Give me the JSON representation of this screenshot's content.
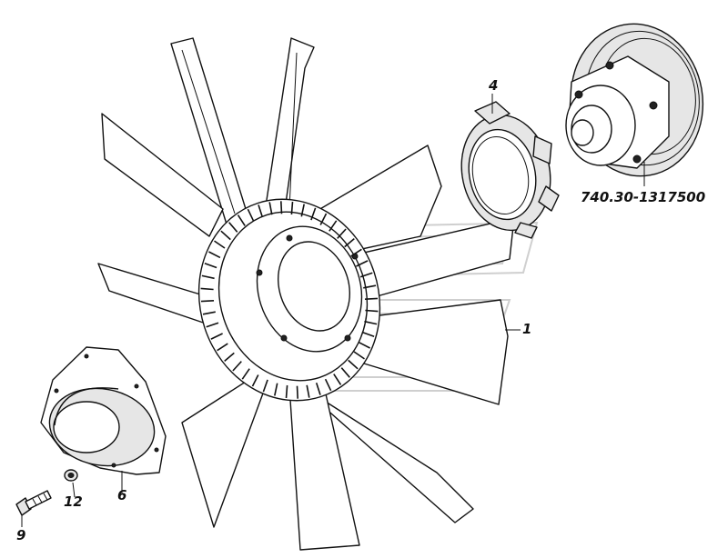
{
  "callouts": {
    "part_1": "1",
    "part_4": "4",
    "part_6": "6",
    "part_9": "9",
    "part_12": "12",
    "clutch_part_number": "740.30-1317500"
  }
}
